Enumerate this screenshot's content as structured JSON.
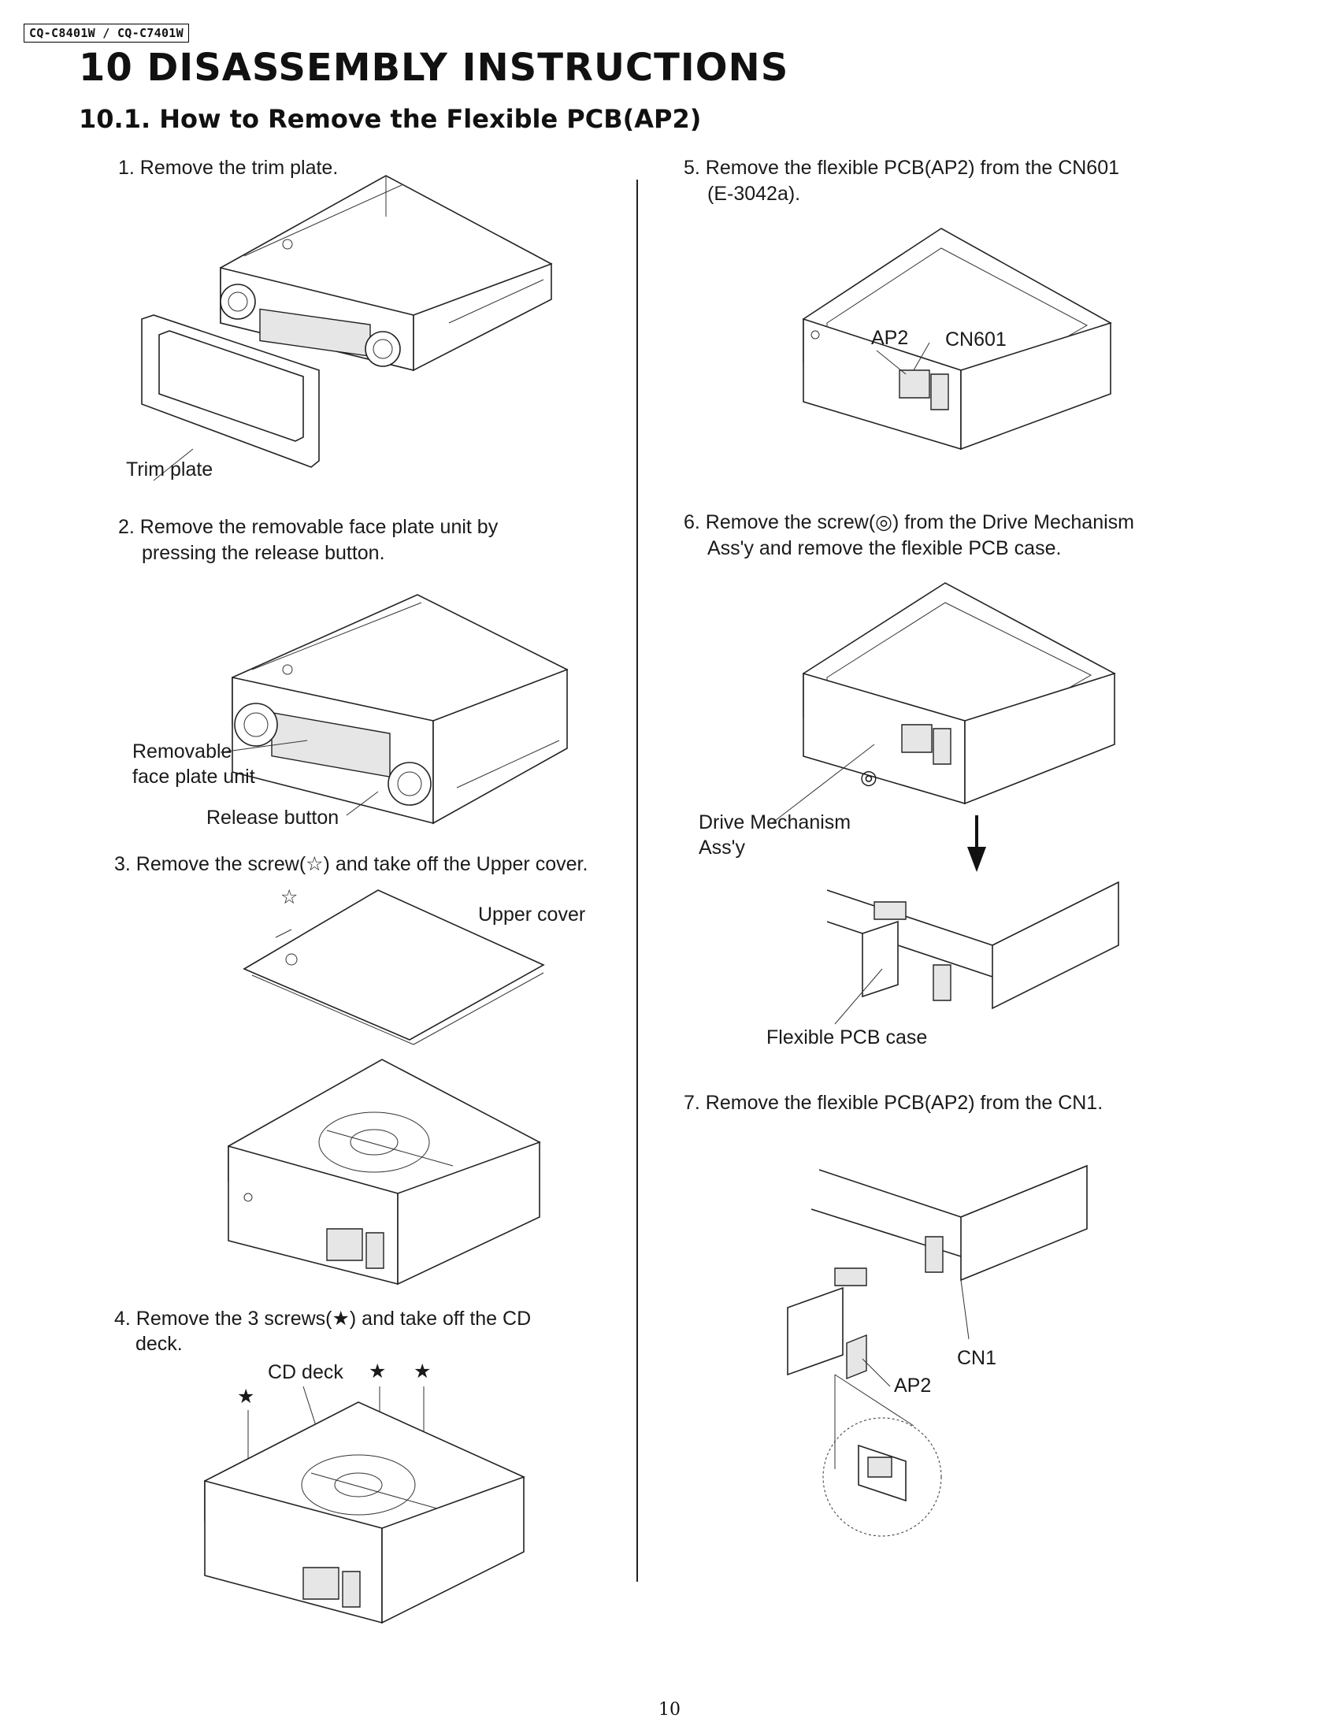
{
  "header": {
    "model": "CQ-C8401W / CQ-C7401W",
    "title": "10 DISASSEMBLY INSTRUCTIONS",
    "subtitle": "10.1.   How to Remove the Flexible PCB(AP2)"
  },
  "steps": {
    "s1": "1. Remove the trim plate.",
    "s2a": "2. Remove the removable face plate unit by",
    "s2b": "pressing the release button.",
    "s3": "3. Remove the screw(☆) and take off the Upper cover.",
    "s4a": "4. Remove the 3 screws(★) and take off the CD",
    "s4b": "deck.",
    "s5a": "5. Remove the flexible PCB(AP2) from the CN601",
    "s5b": "(E-3042a).",
    "s6a": "6. Remove the screw(◎) from the Drive Mechanism",
    "s6b": "Ass'y and remove the flexible PCB case.",
    "s7": "7. Remove the flexible PCB(AP2) from the CN1."
  },
  "labels": {
    "trim_plate": "Trim plate",
    "removable_1": "Removable",
    "removable_2": "face plate unit",
    "release_button": "Release button",
    "upper_cover": "Upper cover",
    "screw_hollow_star": "☆",
    "cd_deck": "CD deck",
    "screw_solid_star": "★",
    "ap2": "AP2",
    "cn601": "CN601",
    "screw_circle": "◎",
    "drive_mech_1": "Drive Mechanism",
    "drive_mech_2": "Ass'y",
    "flexible_pcb_case": "Flexible PCB case",
    "cn1": "CN1"
  },
  "footer": {
    "page_number": "10"
  }
}
